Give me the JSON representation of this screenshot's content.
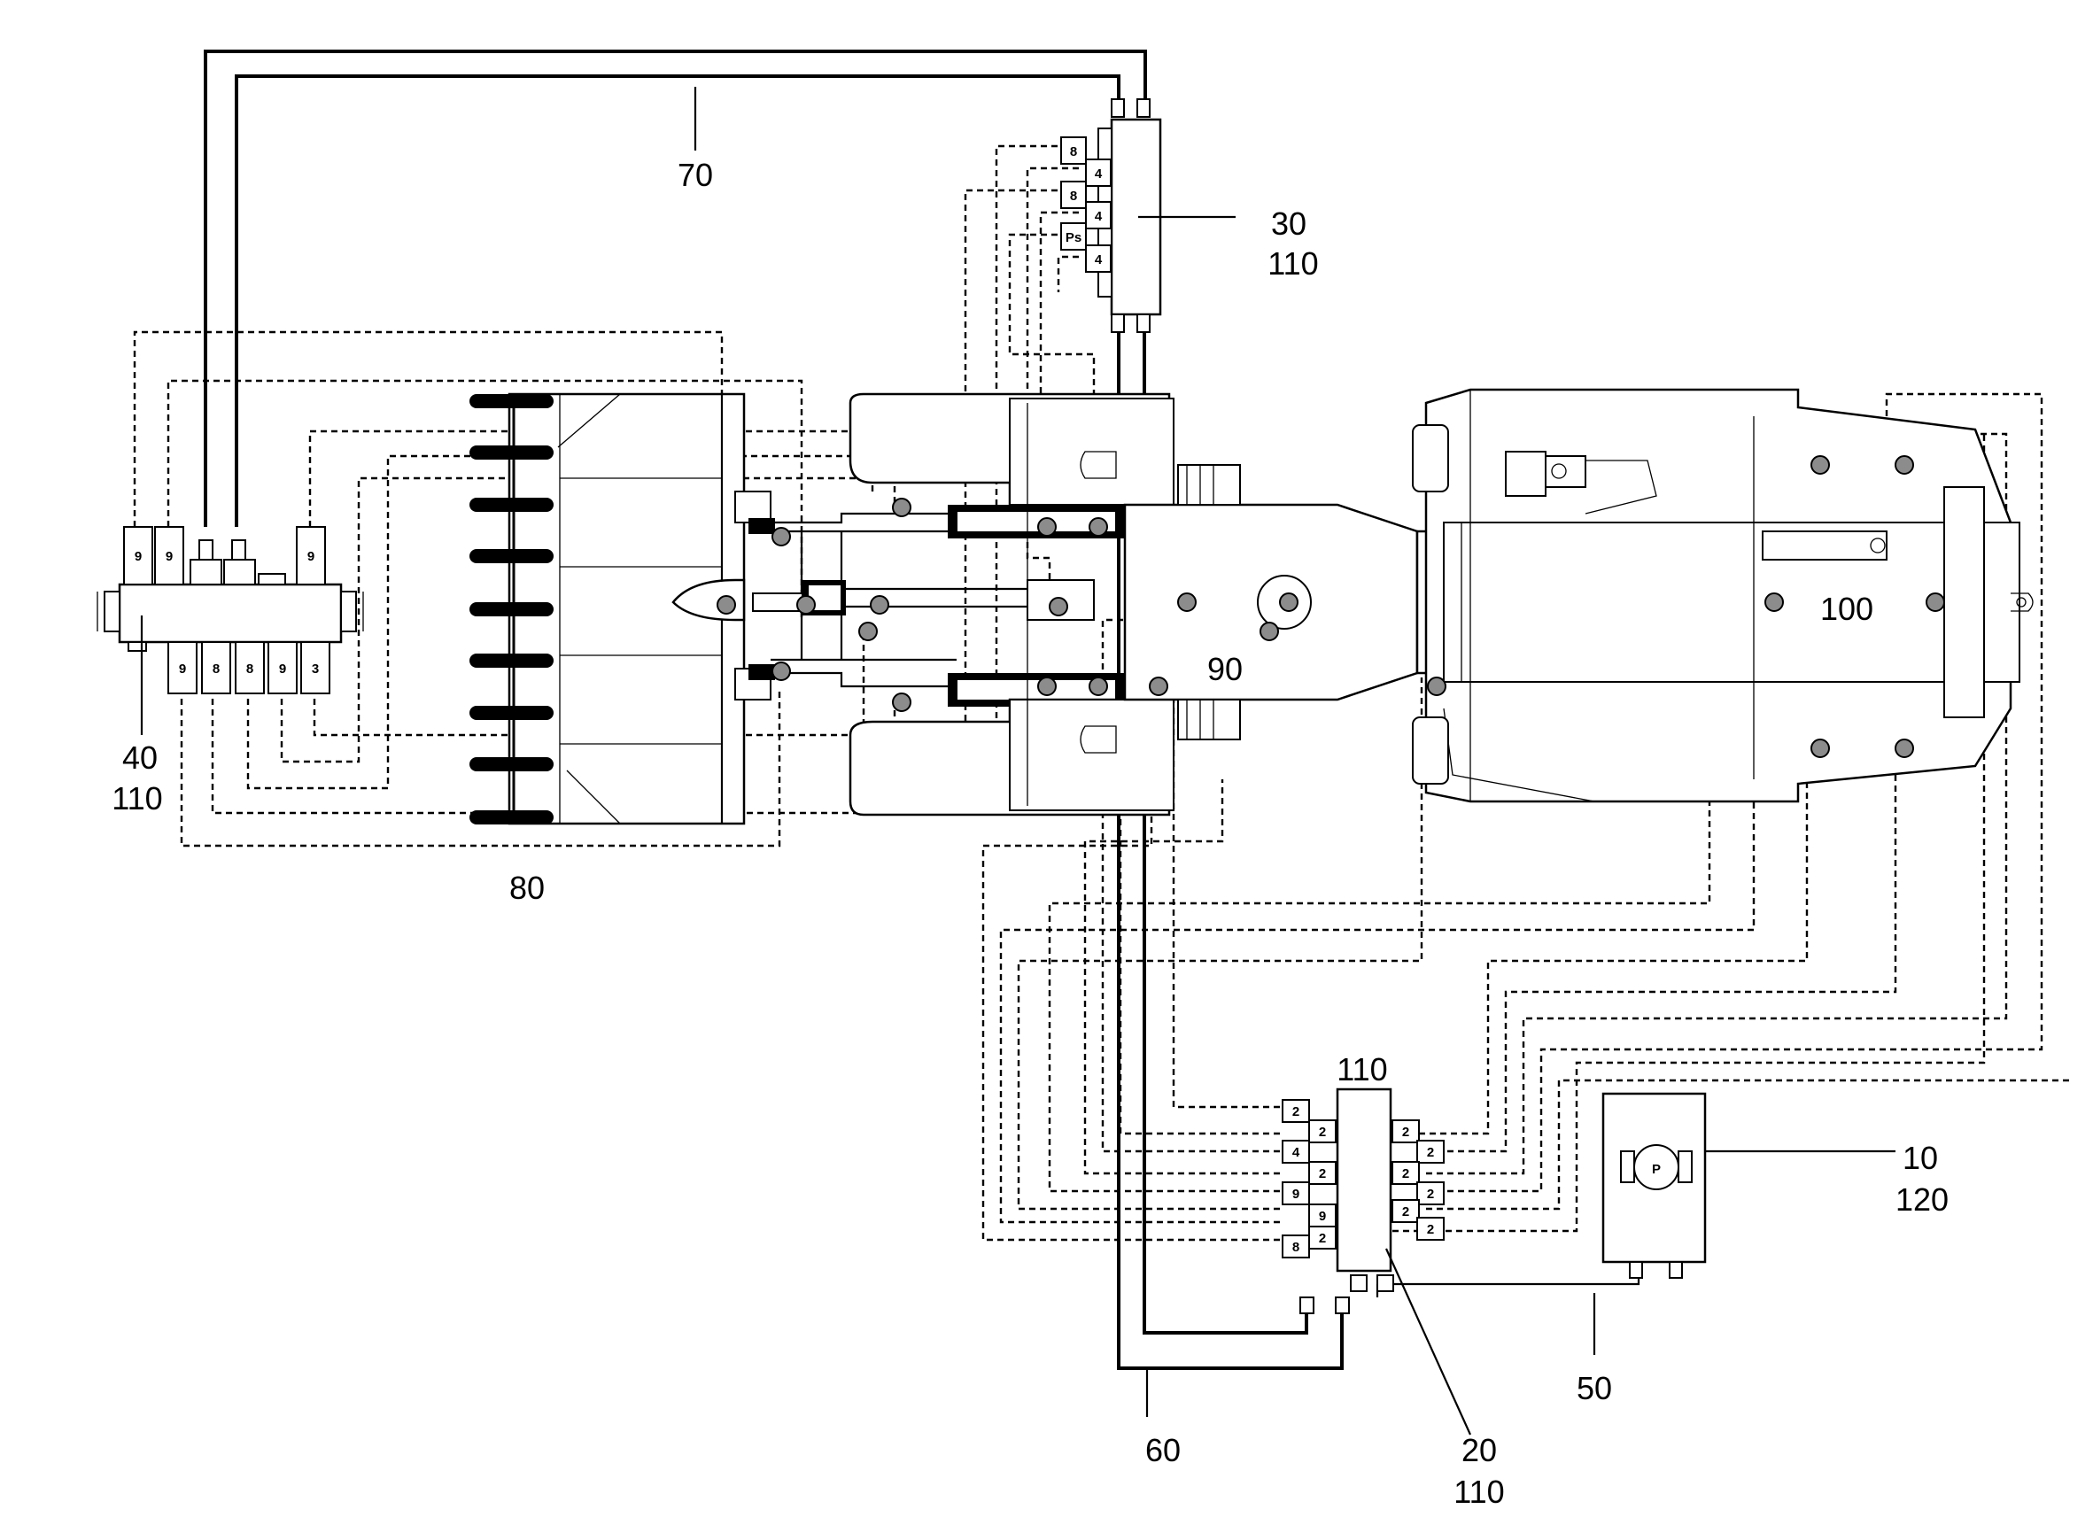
{
  "labels": {
    "pump_ref": "10",
    "pump_sub": "120",
    "pump_symbol": "P",
    "main_distributor_ref": "20",
    "main_distributor_sub": "110",
    "main_distributor_top": "110",
    "dist30_ref": "30",
    "dist30_sub": "110",
    "dist40_ref": "40",
    "dist40_sub": "110",
    "line50": "50",
    "line60": "60",
    "line70": "70",
    "bucket": "80",
    "front_frame": "90",
    "rear_frame": "100"
  },
  "ports": {
    "dist30": [
      "8",
      "4",
      "8",
      "4",
      "Ps",
      "4"
    ],
    "dist40_top": [
      "9",
      "9",
      "9"
    ],
    "dist40_bottom": [
      "9",
      "8",
      "8",
      "9",
      "3"
    ],
    "dist20_left": [
      "2",
      "2",
      "4",
      "2",
      "9",
      "9",
      "2",
      "8"
    ],
    "dist20_right": [
      "2",
      "2",
      "2",
      "2",
      "2",
      "2"
    ]
  },
  "colors": {
    "line": "#000000",
    "lube_point": "#8c8c8c",
    "background": "#ffffff"
  }
}
